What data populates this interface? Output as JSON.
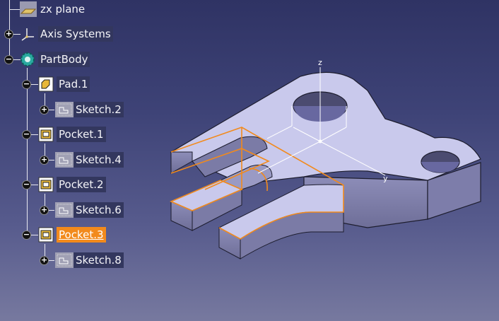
{
  "tree": {
    "items": [
      {
        "label": "zx plane",
        "icon": "plane-icon",
        "expander": "none"
      },
      {
        "label": "Axis Systems",
        "icon": "axis-system-icon",
        "expander": "+"
      },
      {
        "label": "PartBody",
        "icon": "partbody-gear-icon",
        "expander": "-"
      },
      {
        "label": "Pad.1",
        "icon": "pad-icon",
        "expander": "-"
      },
      {
        "label": "Sketch.2",
        "icon": "sketch-icon",
        "expander": "+"
      },
      {
        "label": "Pocket.1",
        "icon": "pocket-icon",
        "expander": "-"
      },
      {
        "label": "Sketch.4",
        "icon": "sketch-icon",
        "expander": "+"
      },
      {
        "label": "Pocket.2",
        "icon": "pocket-icon",
        "expander": "-"
      },
      {
        "label": "Sketch.6",
        "icon": "sketch-icon",
        "expander": "+"
      },
      {
        "label": "Pocket.3",
        "icon": "pocket-icon",
        "expander": "-",
        "selected": true
      },
      {
        "label": "Sketch.8",
        "icon": "sketch-icon",
        "expander": "+"
      }
    ]
  },
  "viewport": {
    "axis_labels": {
      "z": "z",
      "y": "y"
    },
    "part_color": "#c9c9ec",
    "highlight_color": "#f28a1c"
  }
}
